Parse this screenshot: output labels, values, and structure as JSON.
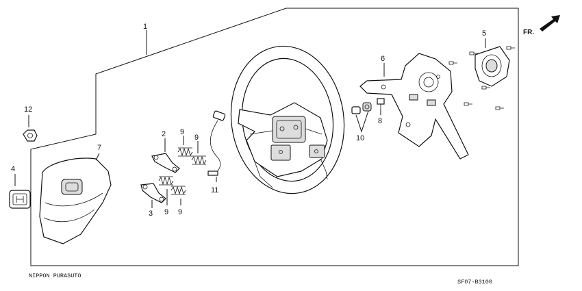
{
  "diagram": {
    "callouts": {
      "c1": "1",
      "c2": "2",
      "c3": "3",
      "c4": "4",
      "c5": "5",
      "c6": "6",
      "c7": "7",
      "c8": "8",
      "c9a": "9",
      "c9b": "9",
      "c9c": "9",
      "c9d": "9",
      "c10": "10",
      "c11": "11",
      "c12": "12"
    },
    "direction_label": "FR.",
    "footer_left": "NIPPON PURASUTO",
    "footer_right": "SF07-B3100"
  }
}
